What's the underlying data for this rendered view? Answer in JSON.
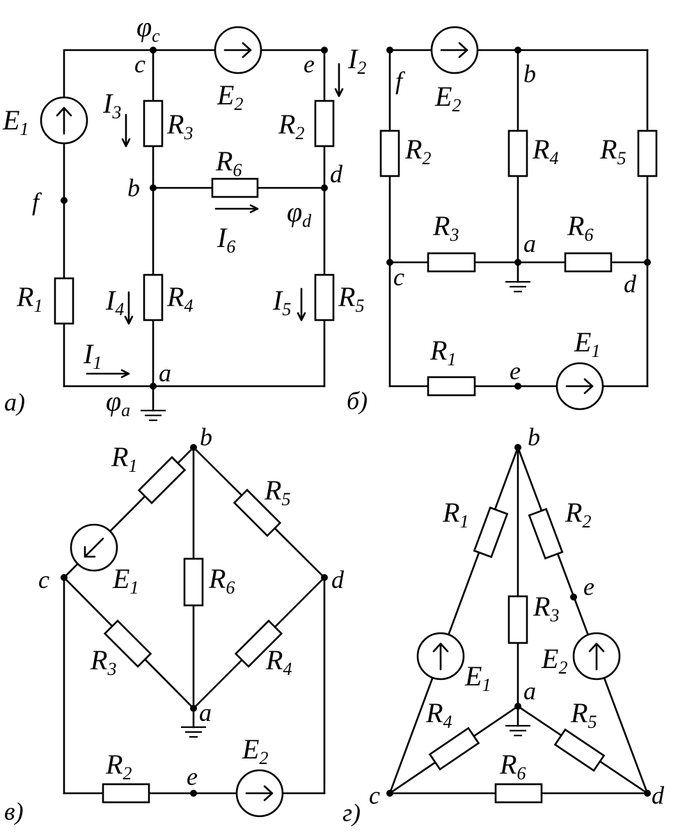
{
  "panels": {
    "a": {
      "tag": "а)",
      "nodes": {
        "a": "a",
        "b": "b",
        "c": "c",
        "d": "d",
        "e": "e",
        "f": "f"
      },
      "labels": [
        {
          "sym": "E",
          "sub": "1"
        },
        {
          "sym": "E",
          "sub": "2"
        },
        {
          "sym": "R",
          "sub": "1"
        },
        {
          "sym": "R",
          "sub": "2"
        },
        {
          "sym": "R",
          "sub": "3"
        },
        {
          "sym": "R",
          "sub": "4"
        },
        {
          "sym": "R",
          "sub": "5"
        },
        {
          "sym": "R",
          "sub": "6"
        },
        {
          "sym": "I",
          "sub": "1"
        },
        {
          "sym": "I",
          "sub": "2"
        },
        {
          "sym": "I",
          "sub": "3"
        },
        {
          "sym": "I",
          "sub": "4"
        },
        {
          "sym": "I",
          "sub": "5"
        },
        {
          "sym": "I",
          "sub": "6"
        },
        {
          "sym": "φ",
          "sub": "c"
        },
        {
          "sym": "φ",
          "sub": "d"
        },
        {
          "sym": "φ",
          "sub": "a"
        }
      ]
    },
    "b": {
      "tag": "б)",
      "nodes": {
        "a": "a",
        "b": "b",
        "c": "c",
        "d": "d",
        "e": "e",
        "f": "f"
      },
      "labels": [
        {
          "sym": "E",
          "sub": "2"
        },
        {
          "sym": "E",
          "sub": "1"
        },
        {
          "sym": "R",
          "sub": "2"
        },
        {
          "sym": "R",
          "sub": "4"
        },
        {
          "sym": "R",
          "sub": "5"
        },
        {
          "sym": "R",
          "sub": "3"
        },
        {
          "sym": "R",
          "sub": "6"
        },
        {
          "sym": "R",
          "sub": "1"
        }
      ]
    },
    "c": {
      "tag": "в)",
      "nodes": {
        "a": "a",
        "b": "b",
        "c": "c",
        "d": "d",
        "e": "e"
      },
      "labels": [
        {
          "sym": "R",
          "sub": "1"
        },
        {
          "sym": "R",
          "sub": "5"
        },
        {
          "sym": "E",
          "sub": "1"
        },
        {
          "sym": "R",
          "sub": "6"
        },
        {
          "sym": "R",
          "sub": "3"
        },
        {
          "sym": "R",
          "sub": "4"
        },
        {
          "sym": "R",
          "sub": "2"
        },
        {
          "sym": "E",
          "sub": "2"
        }
      ]
    },
    "d": {
      "tag": "г)",
      "nodes": {
        "a": "a",
        "b": "b",
        "c": "c",
        "d": "d",
        "e": "e"
      },
      "labels": [
        {
          "sym": "R",
          "sub": "1"
        },
        {
          "sym": "R",
          "sub": "2"
        },
        {
          "sym": "R",
          "sub": "3"
        },
        {
          "sym": "E",
          "sub": "1"
        },
        {
          "sym": "E",
          "sub": "2"
        },
        {
          "sym": "R",
          "sub": "4"
        },
        {
          "sym": "R",
          "sub": "5"
        },
        {
          "sym": "R",
          "sub": "6"
        }
      ]
    }
  }
}
